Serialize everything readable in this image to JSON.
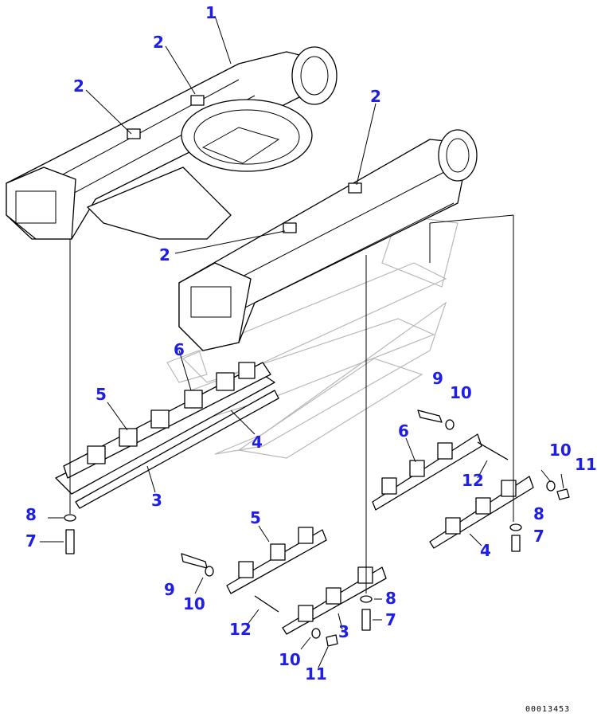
{
  "figure_number": "00013453",
  "callouts": {
    "c1": "1",
    "c2a": "2",
    "c2b": "2",
    "c2c": "2",
    "c2d": "2",
    "c3a": "3",
    "c3b": "3",
    "c4a": "4",
    "c4b": "4",
    "c5a": "5",
    "c5b": "5",
    "c6a": "6",
    "c6b": "6",
    "c7a": "7",
    "c7b": "7",
    "c7c": "7",
    "c8a": "8",
    "c8b": "8",
    "c8c": "8",
    "c9a": "9",
    "c9b": "9",
    "c10a": "10",
    "c10b": "10",
    "c10c": "10",
    "c10d": "10",
    "c11a": "11",
    "c11b": "11",
    "c12a": "12",
    "c12b": "12"
  },
  "colors": {
    "callout": "#1e1ee6",
    "line": "#000000",
    "watermark": "#b8b8b8"
  }
}
